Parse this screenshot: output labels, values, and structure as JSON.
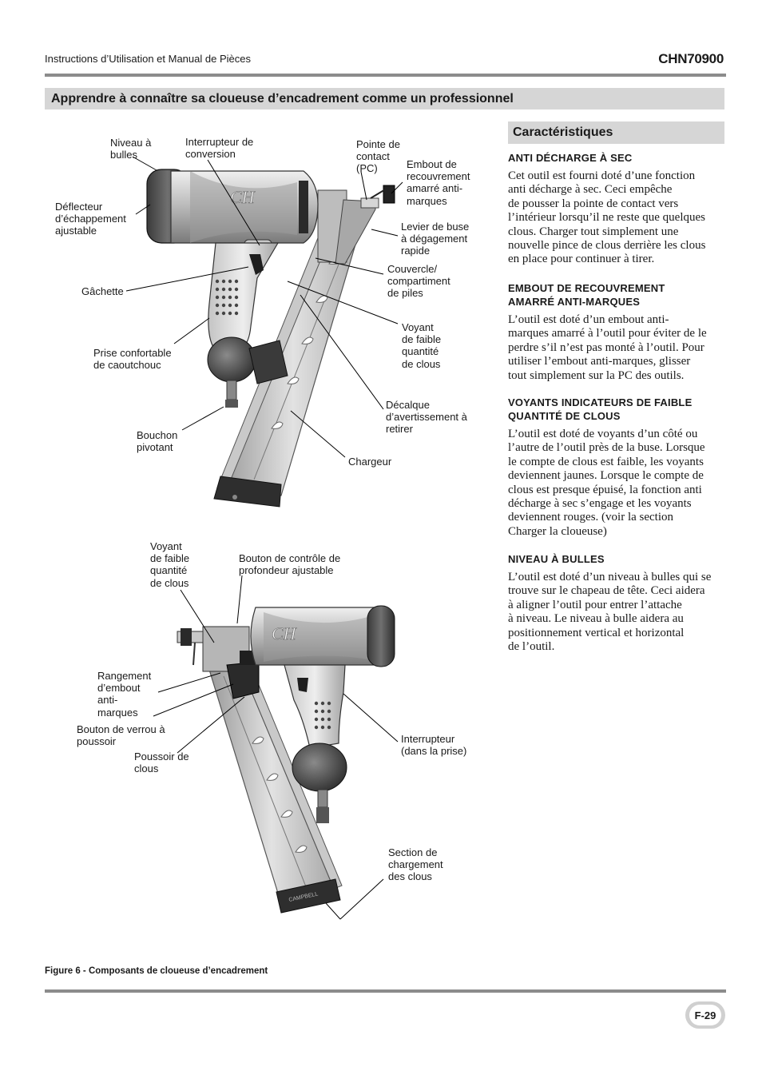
{
  "header": {
    "doc_title": "Instructions d’Utilisation et Manual de Pièces",
    "model": "CHN70900"
  },
  "section_title": "Apprendre à connaître sa cloueuse d’encadrement comme un professionnel",
  "features": {
    "heading": "Caractéristiques",
    "items": [
      {
        "title_lines": [
          "ANTI DÉCHARGE À SEC"
        ],
        "body_lines": [
          "Cet outil est fourni doté d’une fonction",
          "anti décharge à sec. Ceci empêche",
          "de pousser la pointe de contact vers",
          "l’intérieur lorsqu’il ne reste que quelques",
          "clous. Charger tout simplement une",
          "nouvelle pince de clous derrière les clous",
          "en place pour continuer à tirer."
        ]
      },
      {
        "title_lines": [
          "EMBOUT DE RECOUVREMENT",
          "AMARRÉ ANTI-MARQUES"
        ],
        "body_lines": [
          "L’outil est doté d’un embout anti-",
          "marques amarré à l’outil pour éviter de le",
          "perdre s’il n’est pas monté à l’outil. Pour",
          "utiliser l’embout anti-marques, glisser",
          "tout simplement sur la PC des outils."
        ]
      },
      {
        "title_lines": [
          "VOYANTS INDICATEURS DE FAIBLE",
          "QUANTITÉ DE CLOUS"
        ],
        "body_lines": [
          "L’outil est doté de voyants d’un côté ou",
          "l’autre de l’outil près de la buse. Lorsque",
          "le compte de clous est faible, les voyants",
          "deviennent jaunes. Lorsque le compte de",
          "clous est presque épuisé, la fonction anti",
          "décharge à sec s’engage et les voyants",
          "deviennent rouges. (voir la section",
          "Charger la cloueuse)"
        ]
      },
      {
        "title_lines": [
          "NIVEAU À BULLES"
        ],
        "body_lines": [
          "L’outil est doté d’un niveau à bulles qui se",
          "trouve sur le chapeau de tête. Ceci aidera",
          "à aligner l’outil pour entrer l’attache",
          "à niveau. Le niveau à bulle aidera au",
          "positionnement vertical et horizontal",
          "de l’outil."
        ]
      }
    ]
  },
  "figure_top": {
    "brand_mark": "CH",
    "labels": {
      "niveau": "Niveau à\nbulles",
      "interrupteur_conversion": "Interrupteur de\nconversion",
      "pointe_contact": "Pointe de\ncontact\n(PC)",
      "embout": "Embout de\nrecouvrement\namarré anti-\nmarques",
      "deflecteur": "Déflecteur\nd’échappement\najustable",
      "levier": "Levier de buse\nà dégagement\nrapide",
      "couvercle": "Couvercle/\ncompartiment\nde piles",
      "gachette": "Gâchette",
      "voyant": "Voyant\nde faible\nquantité\nde clous",
      "prise": "Prise confortable\nde caoutchouc",
      "decalque": "Décalque\nd’avertissement à\nretirer",
      "bouchon": "Bouchon\npivotant",
      "chargeur": "Chargeur"
    }
  },
  "figure_bottom": {
    "brand_mark": "CH",
    "magazine_text": "CAMPBELL",
    "labels": {
      "voyant": "Voyant\nde faible\nquantité\nde clous",
      "bouton_profondeur": "Bouton de contrôle de\nprofondeur ajustable",
      "rangement": "Rangement\nd’embout\nanti-\nmarques",
      "bouton_verrou": "Bouton de verrou à\npoussoir",
      "poussoir": "Poussoir de\nclous",
      "interrupteur_prise": "Interrupteur\n(dans la prise)",
      "section_chargement": "Section de\nchargement\ndes clous"
    }
  },
  "figure_caption": "Figure 6 - Composants de cloueuse d’encadrement",
  "page_number": "F-29"
}
